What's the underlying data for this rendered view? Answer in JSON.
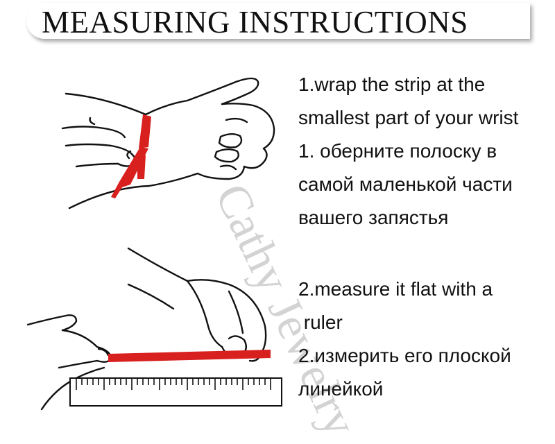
{
  "title": "MEASURING INSTRUCTIONS",
  "watermark": "Cathy Jewelry",
  "step1": {
    "en_line1": "1.wrap the strip at  the",
    "en_line2": "smallest part of your wrist",
    "ru_line1": "1. оберните полоску в",
    "ru_line2": "самой маленькой части",
    "ru_line3": "вашего запястья"
  },
  "step2": {
    "en_line1": "2.measure it flat with a",
    "en_line2": " ruler",
    "ru_line1": "2.измерить его плоской",
    "ru_line2": "линейкой"
  },
  "colors": {
    "strip": "#d8201e",
    "line": "#111111"
  }
}
